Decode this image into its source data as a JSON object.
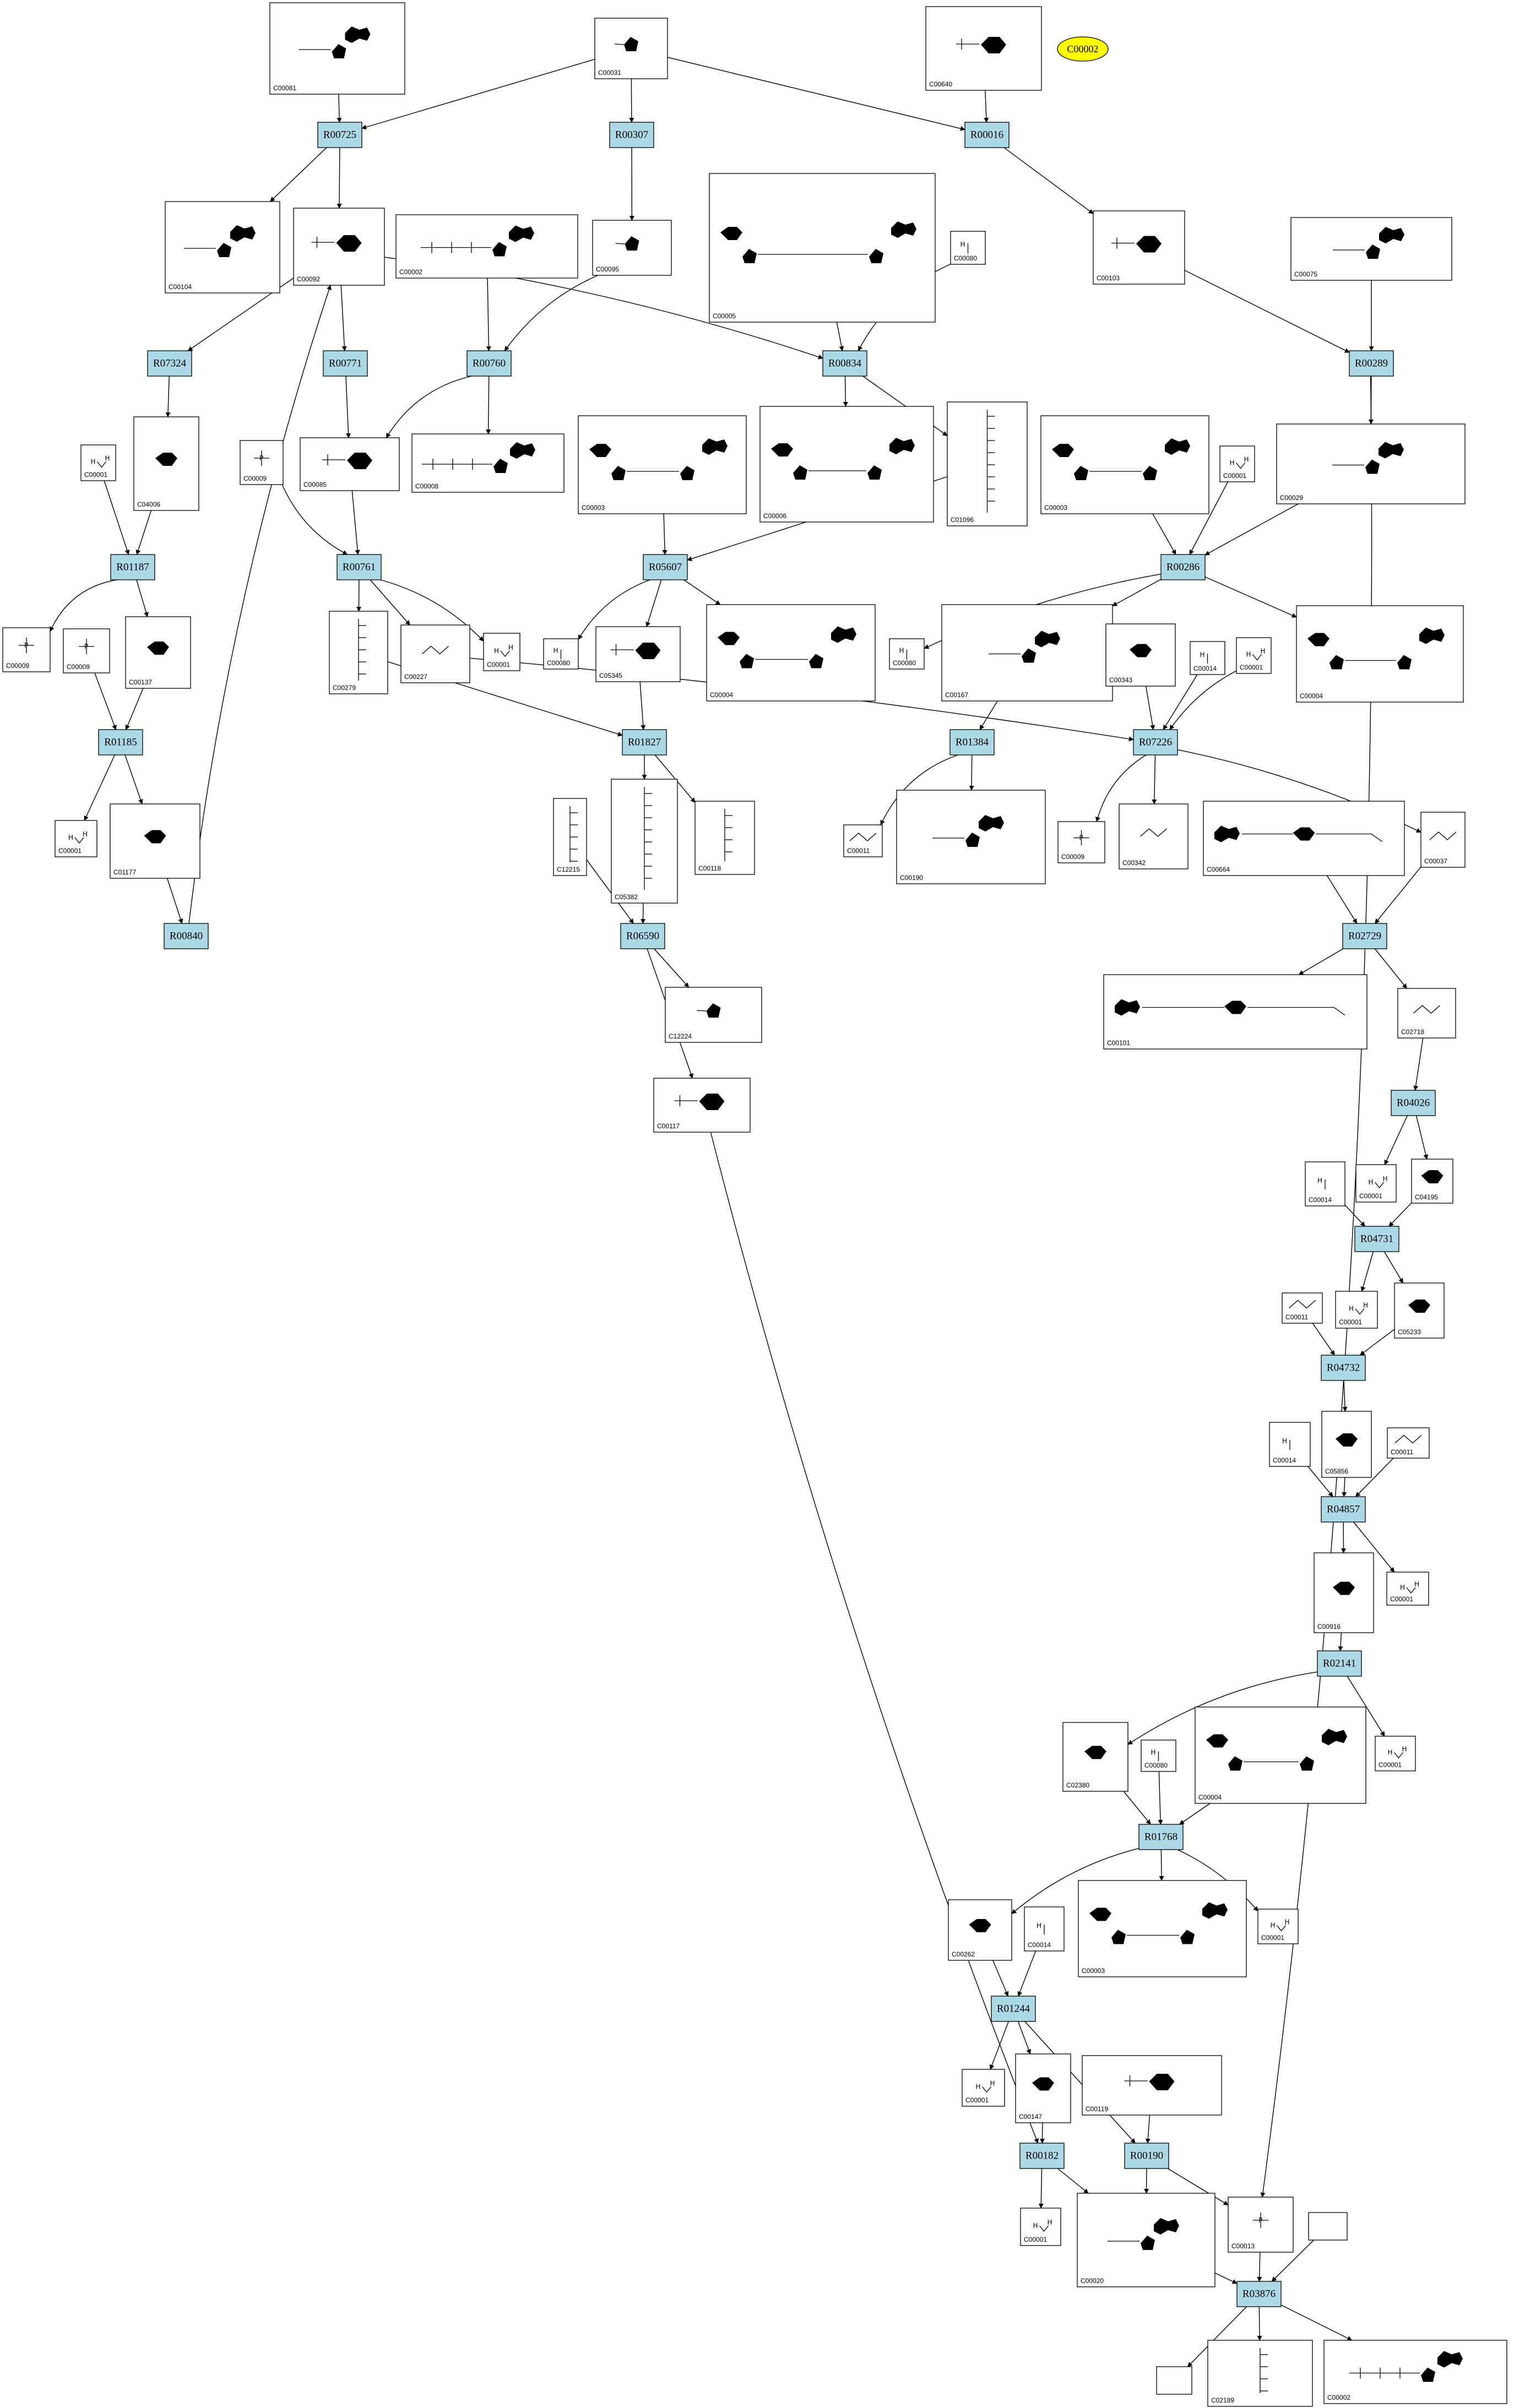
{
  "orphan_label": "C00002",
  "reactions": {
    "R00725": "R00725",
    "R00307": "R00307",
    "R00016": "R00016",
    "R07324": "R07324",
    "R00771": "R00771",
    "R00760": "R00760",
    "R00834": "R00834",
    "R00289": "R00289",
    "R01187": "R01187",
    "R00761": "R00761",
    "R05607": "R05607",
    "R00286": "R00286",
    "R01185": "R01185",
    "R01827": "R01827",
    "R01384": "R01384",
    "R07226": "R07226",
    "R00840": "R00840",
    "R06590": "R06590",
    "R02729": "R02729",
    "R04026": "R04026",
    "R04731": "R04731",
    "R04732": "R04732",
    "R04857": "R04857",
    "R02141": "R02141",
    "R01768": "R01768",
    "R01244": "R01244",
    "R00182": "R00182",
    "R00190": "R00190",
    "R03876": "R03876"
  },
  "compounds": {
    "a": "C00081",
    "b": "C00031",
    "c": "C00640",
    "d": "C00104",
    "e": "C00092",
    "f": "C00002",
    "g": "C00095",
    "h": "C00005",
    "i": "C00080",
    "j": "C00103",
    "k": "C00075",
    "l": "C00001",
    "m": "C04006",
    "n": "C00009",
    "o": "C00085",
    "p": "C00008",
    "q": "C00003",
    "r": "C00006",
    "s": "C01096",
    "t": "C00003",
    "u": "C00001",
    "v": "C00029",
    "w": "C00009",
    "x": "C00009",
    "y": "C00137",
    "z": "C00279",
    "aa": "C00227",
    "ab": "C00001",
    "ac": "C00080",
    "ad": "C05345",
    "ae": "C00004",
    "af": "C00080",
    "ag": "C00167",
    "ah": "C00343",
    "ai": "C00014",
    "aj": "C00001",
    "ak": "C00004",
    "al": "C00001",
    "am": "C01177",
    "an": "C12215",
    "ao": "C05382",
    "ap": "C00118",
    "aq": "C00011",
    "ar": "C00190",
    "as": "C00009",
    "at": "C00342",
    "au": "C00664",
    "av": "C00037",
    "aw": "C12224",
    "ax": "C00117",
    "ay": "C00101",
    "az": "C02718",
    "ba": "C00014",
    "bb": "C00001",
    "bc": "C04195",
    "bd": "C00011",
    "be": "C00001",
    "bf": "C05233",
    "bg": "C00014",
    "bh": "C05856",
    "bi": "C00011",
    "bj": "C00916",
    "bk": "C00001",
    "bl": "C02380",
    "bm": "C00080",
    "bn": "C00004",
    "bo": "C00001",
    "bp": "C00262",
    "bq": "C00014",
    "br": "C00003",
    "bs": "C00001",
    "bt": "C00001",
    "bu": "C00147",
    "bv": "C00119",
    "bw": "C00001",
    "bx": "C00020",
    "by": "C00013",
    "bz": "C02189",
    "ca": "C00002"
  }
}
